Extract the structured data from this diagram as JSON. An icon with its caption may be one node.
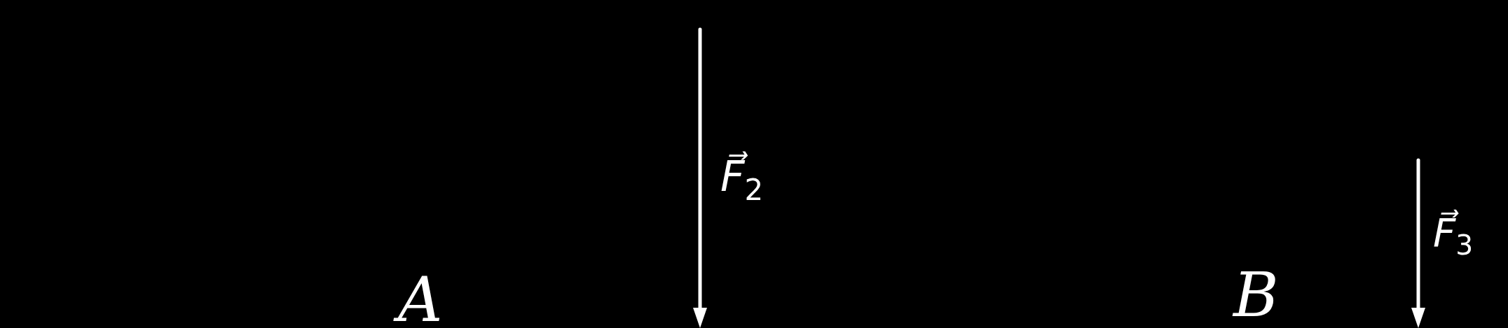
{
  "diagram": {
    "labels": [
      "A",
      "*F⃗*$_{2}$",
      "B",
      "*F⃗*$_{3}$"
    ]
  }
}
